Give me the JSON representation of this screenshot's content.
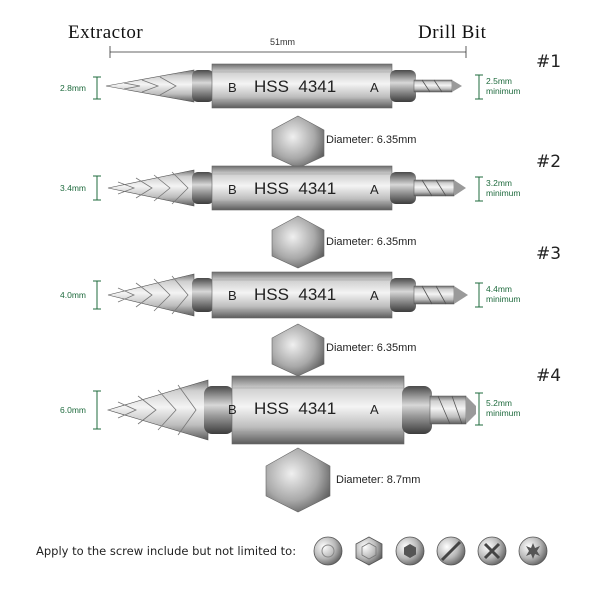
{
  "header": {
    "extractor_label": "Extractor",
    "drill_bit_label": "Drill Bit",
    "length_label": "51mm"
  },
  "bits": [
    {
      "number": "#1",
      "extractor_size": "2.8mm",
      "drill_size": "2.5mm",
      "drill_note": "minimum",
      "side_b": "B",
      "marking": "HSS  4341",
      "side_a": "A",
      "diameter": "Diameter: 6.35mm"
    },
    {
      "number": "#2",
      "extractor_size": "3.4mm",
      "drill_size": "3.2mm",
      "drill_note": "minimum",
      "side_b": "B",
      "marking": "HSS  4341",
      "side_a": "A",
      "diameter": "Diameter: 6.35mm"
    },
    {
      "number": "#3",
      "extractor_size": "4.0mm",
      "drill_size": "4.4mm",
      "drill_note": "minimum",
      "side_b": "B",
      "marking": "HSS  4341",
      "side_a": "A",
      "diameter": "Diameter: 6.35mm"
    },
    {
      "number": "#4",
      "extractor_size": "6.0mm",
      "drill_size": "5.2mm",
      "drill_note": "minimum",
      "side_b": "B",
      "marking": "HSS  4341",
      "side_a": "A",
      "diameter": "Diameter: 8.7mm"
    }
  ],
  "footer": {
    "apply_text": "Apply to the screw include but not limited to:",
    "screw_types": [
      "round-stripped-screw-icon",
      "hex-head-screw-icon",
      "hex-socket-screw-icon",
      "slotted-screw-icon",
      "phillips-screw-icon",
      "torx-screw-icon"
    ]
  },
  "colors": {
    "label_green": "#1f6b3e",
    "steel_light": "#f2f2f2",
    "steel_dark": "#7a7a7a"
  }
}
